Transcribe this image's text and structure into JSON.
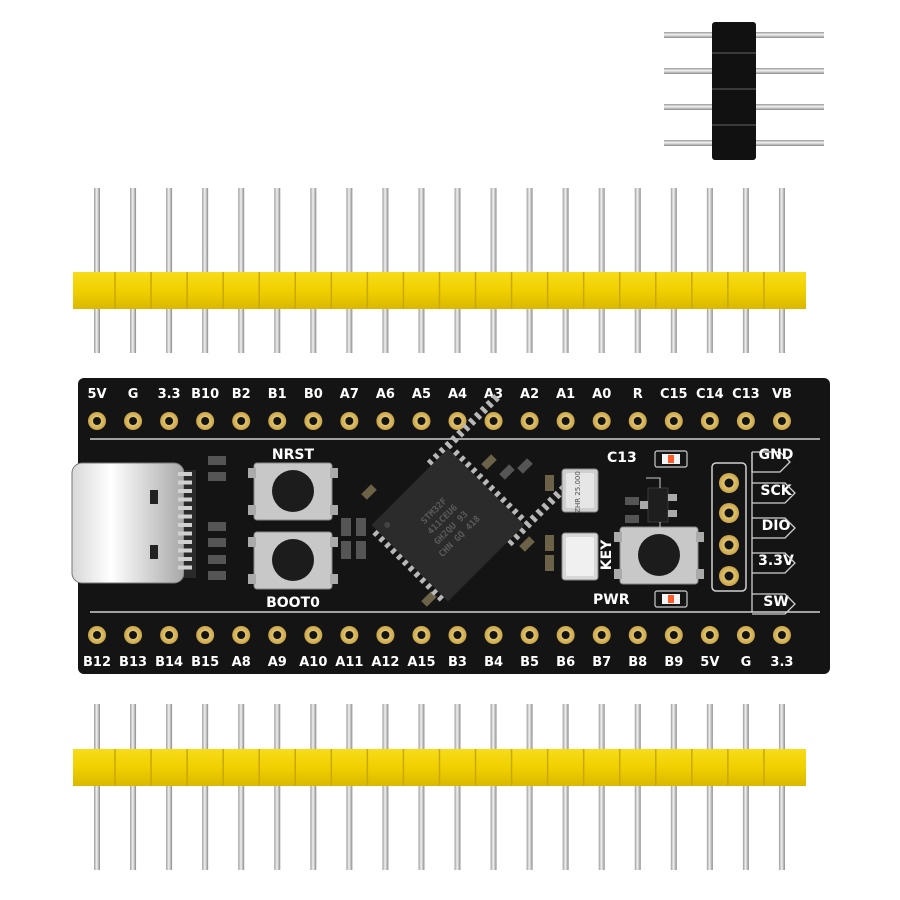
{
  "board": {
    "top_pins": [
      "5V",
      "G",
      "3.3",
      "B10",
      "B2",
      "B1",
      "B0",
      "A7",
      "A6",
      "A5",
      "A4",
      "A3",
      "A2",
      "A1",
      "A0",
      "R",
      "C15",
      "C14",
      "C13",
      "VB"
    ],
    "bottom_pins": [
      "B12",
      "B13",
      "B14",
      "B15",
      "A8",
      "A9",
      "A10",
      "A11",
      "A12",
      "A15",
      "B3",
      "B4",
      "B5",
      "B6",
      "B7",
      "B8",
      "B9",
      "5V",
      "G",
      "3.3"
    ],
    "swd_pins": [
      "GND",
      "SCK",
      "DIO",
      "3.3V",
      "SW"
    ],
    "nrst_label": "NRST",
    "boot0_label": "BOOT0",
    "key_label": "KEY",
    "pwr_label": "PWR",
    "c13_label": "C13",
    "chip_text": [
      "STM32F",
      "411CEU6",
      "GH2QU 93",
      "CHN GQ 418"
    ],
    "crystal_text": "ZHR 25.000",
    "colors": {
      "pcb": "#141414",
      "header": "#f0d200",
      "pin": "#c8c8c8",
      "led": "#ff5a2a"
    }
  }
}
